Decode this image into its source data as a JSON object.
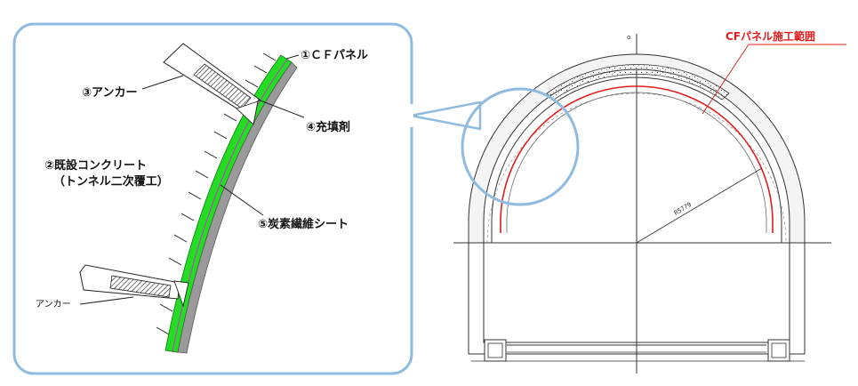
{
  "detail": {
    "labels": {
      "cf_panel": "①ＣＦパネル",
      "existing_concrete_1": "②既設コンクリート",
      "existing_concrete_2": "（トンネル二次覆工）",
      "anchor_top": "③アンカー",
      "filler": "④充填剤",
      "carbon_fiber": "⑤炭素繊維シート",
      "anchor_bottom": "アンカー"
    }
  },
  "tunnel": {
    "labels": {
      "cf_range": "CFパネル施工範囲",
      "radius_dim": "R5779",
      "crown_mark": "ɑ"
    }
  },
  "colors": {
    "frame_blue": "#8fbbe0",
    "cf_green": "#22dd22",
    "carbon_gray": "#9a9a9a",
    "highlight_red": "#e41b1b",
    "magenta": "#cc33cc"
  }
}
